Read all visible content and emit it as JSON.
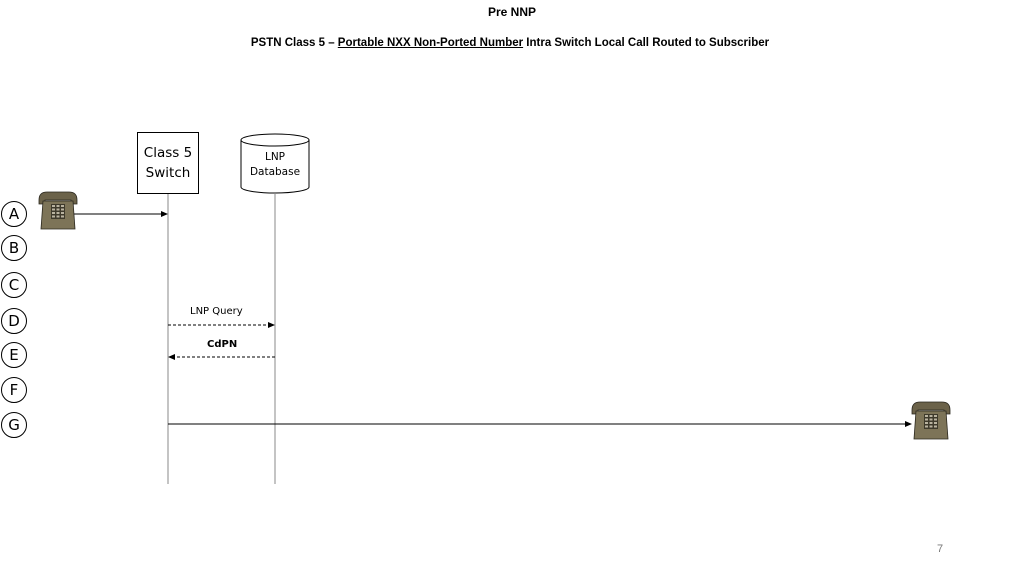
{
  "header": {
    "title": "Pre NNP",
    "subtitle_prefix": "PSTN Class 5 – ",
    "subtitle_underlined": "Portable NXX Non-Ported Number",
    "subtitle_suffix": " Intra Switch Local Call Routed to Subscriber"
  },
  "entities": {
    "switch_line1": "Class 5",
    "switch_line2": "Switch",
    "db_line1": "LNP",
    "db_line2": "Database"
  },
  "steps": [
    "A",
    "B",
    "C",
    "D",
    "E",
    "F",
    "G"
  ],
  "messages": {
    "query": "LNP Query",
    "response": "CdPN"
  },
  "icons": {
    "origin_phone": "telephone-icon",
    "destination_phone": "telephone-icon"
  },
  "colors": {
    "phone_body": "#7d7458",
    "phone_dark": "#3e3a2c",
    "phone_keypad": "#b9b3a0"
  },
  "footer": {
    "page_number": "7"
  }
}
